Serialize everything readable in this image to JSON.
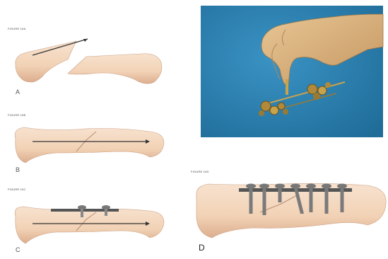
{
  "figure": {
    "small_label_a": "FIGURE 10A",
    "small_label_b": "FIGURE 10B",
    "small_label_c": "FIGURE 10C",
    "small_label_d": "FIGURE 10D",
    "panel_a": "A",
    "panel_b": "B",
    "panel_c": "C",
    "panel_d": "D"
  },
  "colors": {
    "bone": "#f2d4b8",
    "bone_shade": "#d9a98a",
    "photo_background": "#2f7fae",
    "glove": "#d9b07a",
    "metal": "#b08a3a",
    "plate": "#555555",
    "wire": "#333333"
  }
}
